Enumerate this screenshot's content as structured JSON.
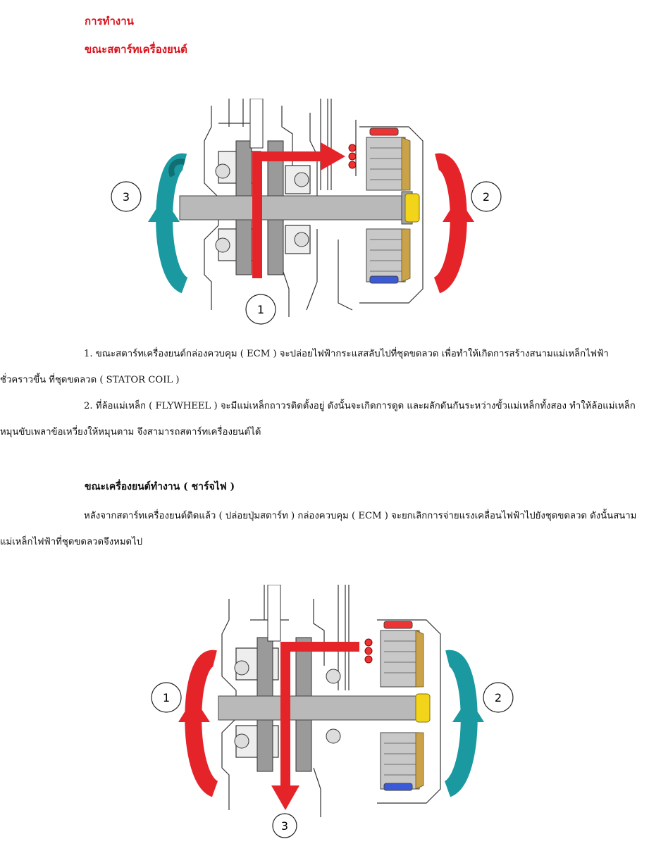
{
  "headings": {
    "title": "การทำงาน",
    "subtitle": "ขณะสตาร์ทเครื่องยนต์"
  },
  "paragraphs": {
    "p1": "1. ขณะสตาร์ทเครื่องยนต์กล่องควบคุม ( ECM ) จะปล่อยไฟฟ้ากระแสสลับไปที่ชุดขดลวด  เพื่อทำให้เกิดการสร้างสนามแม่เหล็กไฟฟ้าชั่วคราวขึ้น  ที่ชุดขดลวด ( STATOR  COIL )",
    "p2": "2. ที่ล้อแม่เหล็ก ( FLYWHEEL ) จะมีแม่เหล็กถาวรติดตั้งอยู่ ดังนั้นจะเกิดการดูด และผลักดันกันระหว่างขั้วแม่เหล็กทั้งสอง  ทำให้ล้อแม่เหล็กหมุนขับเพลาข้อเหวี่ยงให้หมุนตาม จึงสามารถสตาร์ทเครื่องยนต์ได้",
    "section2_heading": "ขณะเครื่องยนต์ทำงาน   ( ชาร์จไฟ )",
    "p3": "หลังจากสตาร์ทเครื่องยนต์ติดแล้ว ( ปล่อยปุ่มสตาร์ท )  กล่องควบคุม ( ECM ) จะยกเลิกการจ่ายแรงเคลื่อนไฟฟ้าไปยังชุดขดลวด  ดังนั้นสนามแม่เหล็กไฟฟ้าที่ชุดขดลวดจึงหมดไป"
  },
  "figure1": {
    "label_1": "1",
    "label_2": "2",
    "label_3": "3"
  },
  "figure2": {
    "label_1": "1",
    "label_2": "2",
    "label_3": "3"
  },
  "colors": {
    "heading": "#d9121b",
    "arrow": "#e5242a",
    "teal": "#1a9aa0",
    "bolt": "#f2d51a"
  }
}
